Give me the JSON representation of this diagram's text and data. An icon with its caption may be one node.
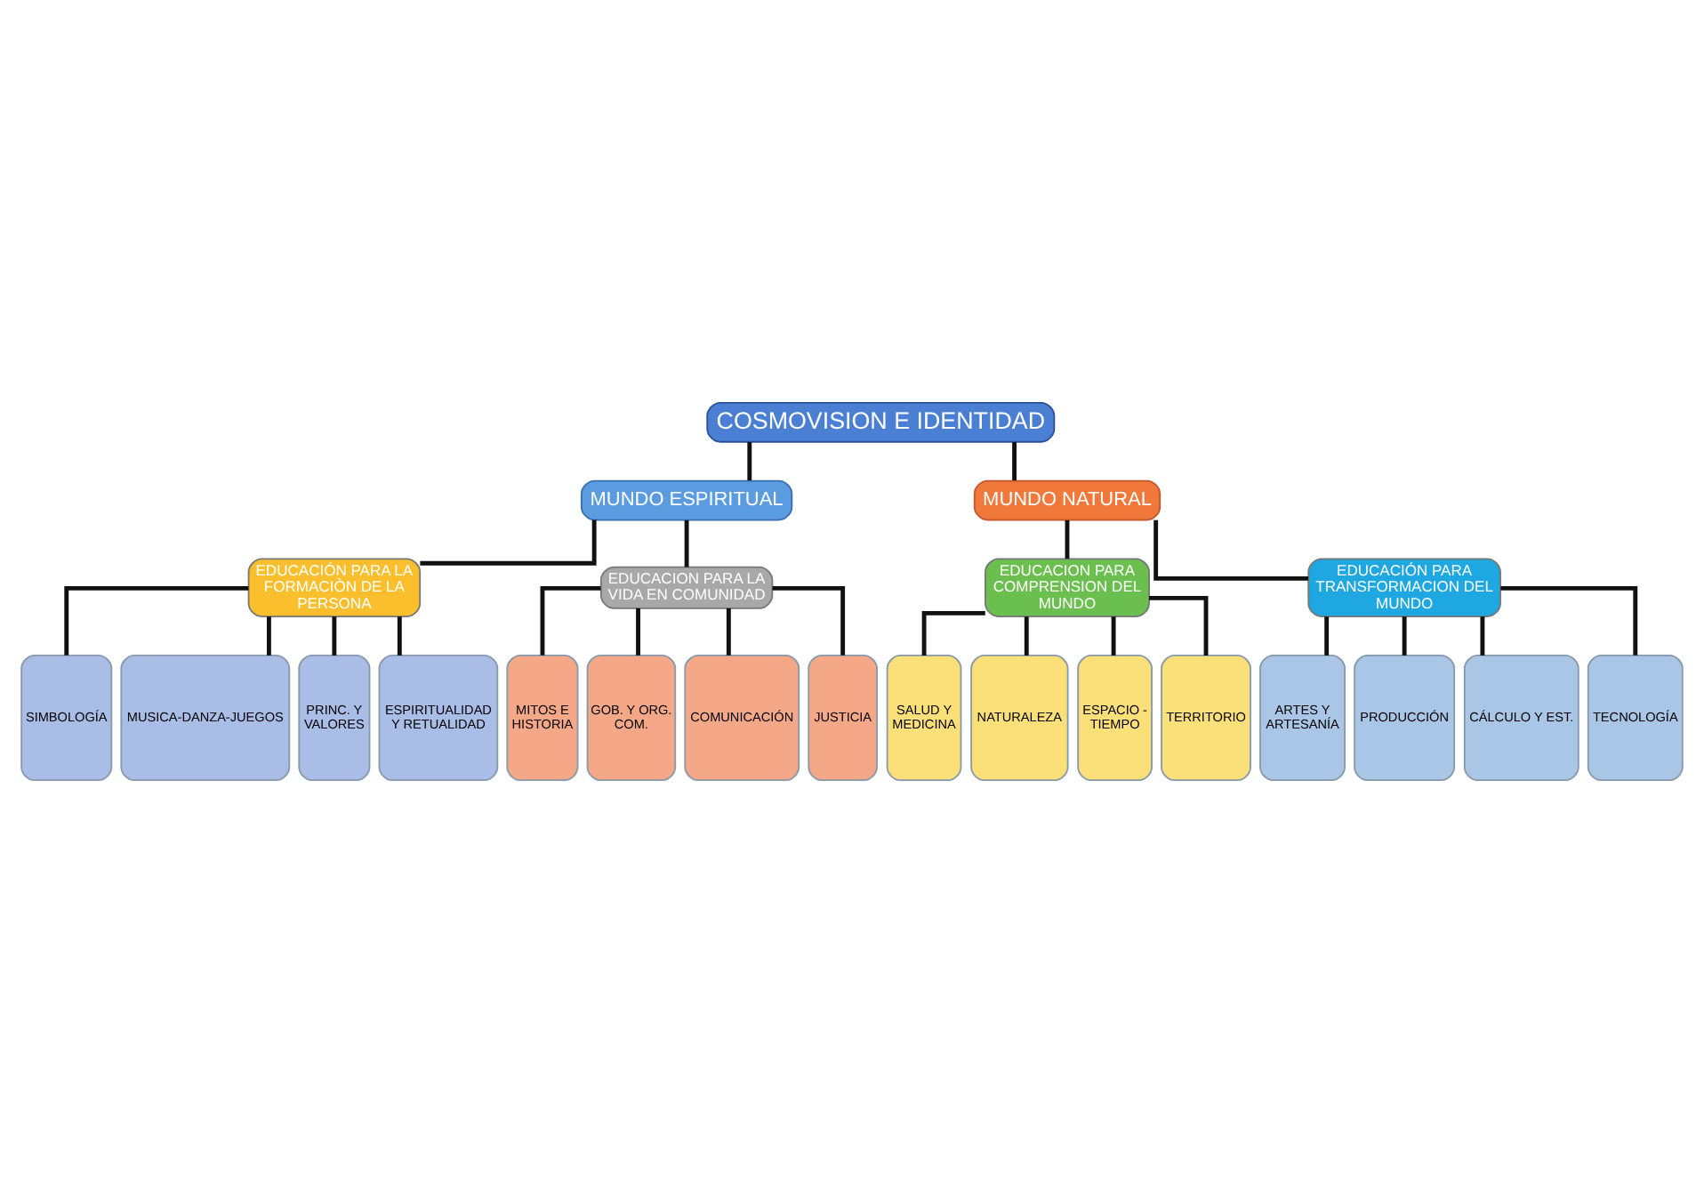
{
  "diagram": {
    "nodes": [
      {
        "text": [
          "COSMOVISION E IDENTIDAD"
        ]
      },
      {
        "text": [
          "MUNDO ESPIRITUAL"
        ]
      },
      {
        "text": [
          "MUNDO NATURAL"
        ]
      },
      {
        "text": [
          "EDUCACIÓN PARA LA FORMACIÒN DE LA PERSONA"
        ]
      },
      {
        "text": [
          "EDUCACION PARA LA VIDA EN COMUNIDAD"
        ]
      },
      {
        "text": [
          "EDUCACION PARA COMPRENSION DEL MUNDO"
        ]
      },
      {
        "text": [
          "EDUCACIÓN PARA TRANSFORMACION DEL MUNDO"
        ]
      },
      {
        "text": [
          "SIMBOLOGÍA"
        ]
      },
      {
        "text": [
          "MUSICA-DANZA-JUEGOS"
        ]
      },
      {
        "text": [
          "PRINC. Y VALORES"
        ]
      },
      {
        "text": [
          "ESPIRITUALIDAD Y RETUALIDAD"
        ]
      },
      {
        "text": [
          "MITOS E HISTORIA"
        ]
      },
      {
        "text": [
          "GOB. Y ORG. COM."
        ]
      },
      {
        "text": [
          "COMUNICACIÓN"
        ]
      },
      {
        "text": [
          "JUSTICIA"
        ]
      },
      {
        "text": [
          "SALUD Y MEDICINA"
        ]
      },
      {
        "text": [
          "NATURALEZA"
        ]
      },
      {
        "text": [
          "ESPACIO - TIEMPO"
        ]
      },
      {
        "text": [
          "TERRITORIO"
        ]
      },
      {
        "text": [
          "ARTES Y ARTESANÍA"
        ]
      },
      {
        "text": [
          "PRODUCCIÓN"
        ]
      },
      {
        "text": [
          "CÁLCULO Y EST."
        ]
      },
      {
        "text": [
          "TECNOLOGÍA"
        ]
      }
    ],
    "edges": [
      {
        "from": 0,
        "to": 1,
        "arrow": "none"
      },
      {
        "from": 0,
        "to": 2,
        "arrow": "none"
      },
      {
        "from": 1,
        "to": 3,
        "arrow": "none"
      },
      {
        "from": 1,
        "to": 4,
        "arrow": "none"
      },
      {
        "from": 2,
        "to": 5,
        "arrow": "none"
      },
      {
        "from": 2,
        "to": 6,
        "arrow": "none"
      },
      {
        "from": 3,
        "to": 7,
        "arrow": "none"
      },
      {
        "from": 3,
        "to": 8,
        "arrow": "none"
      },
      {
        "from": 3,
        "to": 9,
        "arrow": "none"
      },
      {
        "from": 3,
        "to": 10,
        "arrow": "none"
      },
      {
        "from": 4,
        "to": 11,
        "arrow": "none"
      },
      {
        "from": 4,
        "to": 12,
        "arrow": "none"
      },
      {
        "from": 4,
        "to": 13,
        "arrow": "none"
      },
      {
        "from": 4,
        "to": 14,
        "arrow": "none"
      },
      {
        "from": 5,
        "to": 15,
        "arrow": "none"
      },
      {
        "from": 5,
        "to": 16,
        "arrow": "none"
      },
      {
        "from": 5,
        "to": 17,
        "arrow": "none"
      },
      {
        "from": 5,
        "to": 18,
        "arrow": "none"
      },
      {
        "from": 6,
        "to": 19,
        "arrow": "none"
      },
      {
        "from": 6,
        "to": 20,
        "arrow": "none"
      },
      {
        "from": 6,
        "to": 21,
        "arrow": "none"
      },
      {
        "from": 6,
        "to": 22,
        "arrow": "none"
      }
    ]
  }
}
